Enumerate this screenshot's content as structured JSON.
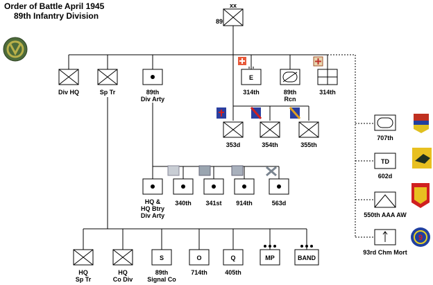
{
  "title": {
    "line1": "Order of Battle April 1945",
    "line2": "89th Infantry Division"
  },
  "colors": {
    "line": "#000000",
    "patch_green": "#4d6b3a",
    "patch_ring": "#b8b04a"
  },
  "top": {
    "label": "89",
    "echelon": "xx"
  },
  "units_row1": [
    {
      "id": "divhq",
      "label": "Div HQ"
    },
    {
      "id": "sptr",
      "label": "Sp Tr"
    },
    {
      "id": "divarty",
      "label": "89th\nDiv Arty"
    },
    {
      "id": "eng",
      "label": "314th",
      "symbol_text": "E"
    },
    {
      "id": "rcn",
      "label": "89th\nRcn"
    },
    {
      "id": "med",
      "label": "314th"
    }
  ],
  "infantry": [
    {
      "label": "353d"
    },
    {
      "label": "354th"
    },
    {
      "label": "355th"
    }
  ],
  "artillery": [
    {
      "label": "HQ &\nHQ Btry\nDiv Arty"
    },
    {
      "label": "340th"
    },
    {
      "label": "341st"
    },
    {
      "label": "914th"
    },
    {
      "label": "563d"
    }
  ],
  "support": [
    {
      "label": "HQ\nSp Tr"
    },
    {
      "label": "HQ\nCo Div"
    },
    {
      "label": "89th\nSignal Co",
      "symbol_text": "S"
    },
    {
      "label": "714th",
      "symbol_text": "O"
    },
    {
      "label": "405th",
      "symbol_text": "Q"
    },
    {
      "label": "",
      "symbol_text": "MP"
    },
    {
      "label": "",
      "symbol_text": "BAND"
    }
  ],
  "attached": [
    {
      "label": "707th"
    },
    {
      "label": "602d",
      "symbol_text": "TD"
    },
    {
      "label": "550th AAA AW"
    },
    {
      "label": "93rd Chm Mort"
    }
  ]
}
